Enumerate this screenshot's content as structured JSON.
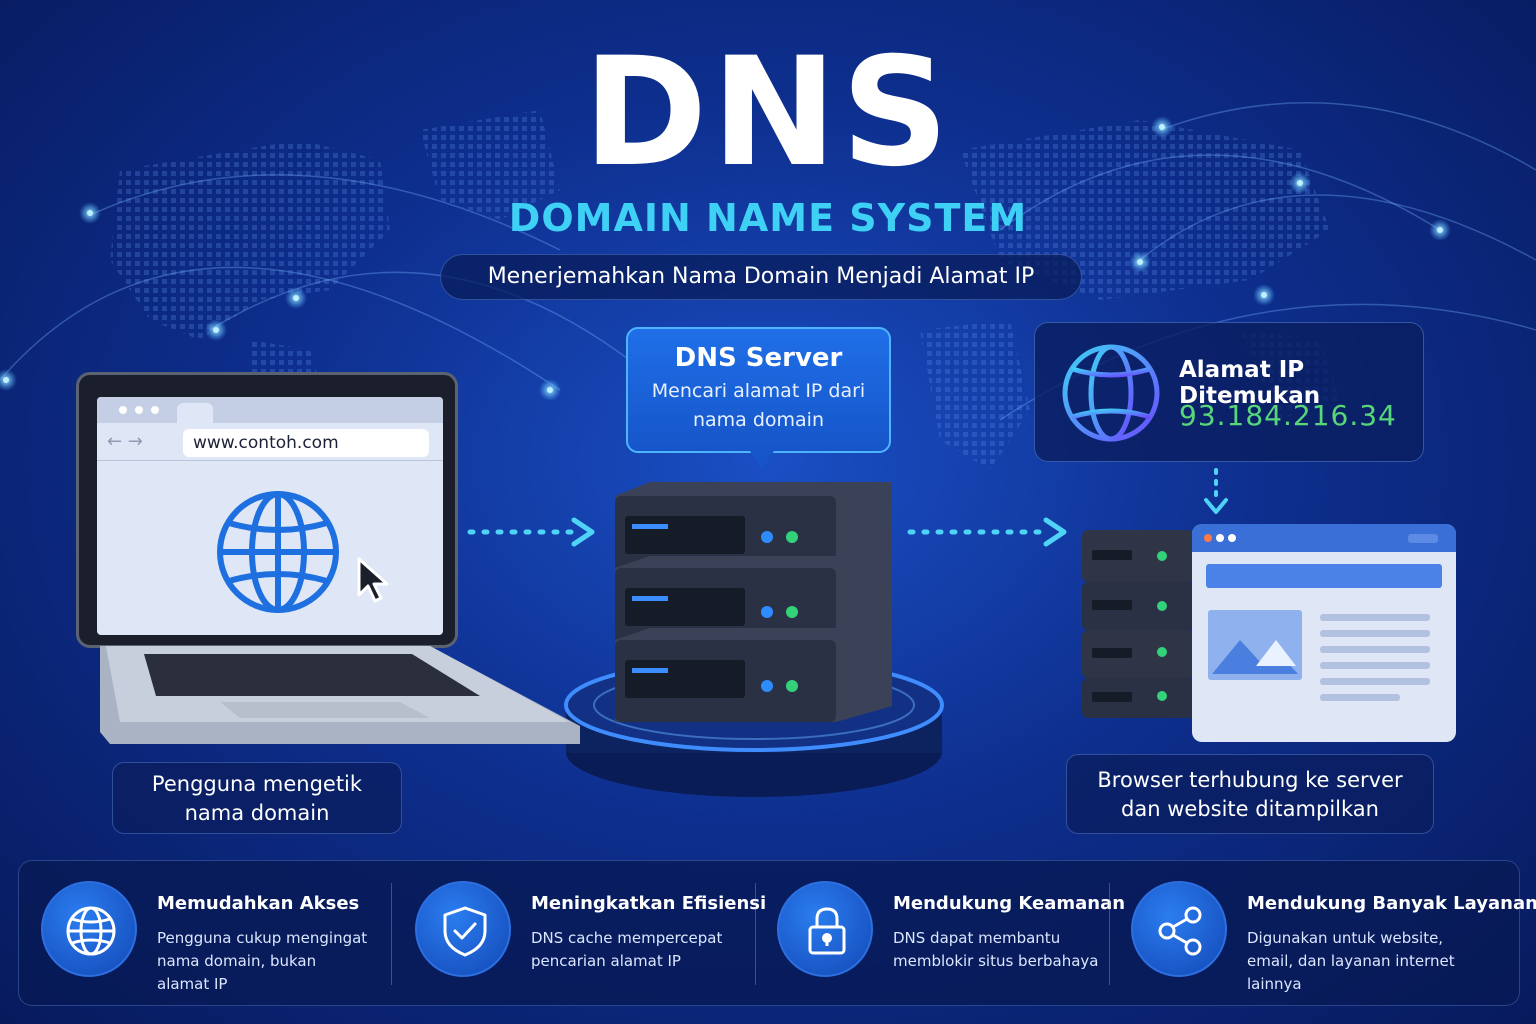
{
  "header": {
    "title": "DNS",
    "subtitle": "DOMAIN NAME SYSTEM",
    "tagline": "Menerjemahkan Nama Domain Menjadi Alamat IP"
  },
  "laptop": {
    "url": "www.contoh.com",
    "caption_line1": "Pengguna mengetik",
    "caption_line2": "nama domain"
  },
  "dns_server": {
    "title": "DNS Server",
    "text_line1": "Mencari alamat IP dari",
    "text_line2": "nama domain"
  },
  "ip_result": {
    "title": "Alamat IP Ditemukan",
    "ip": "93.184.216.34"
  },
  "destination": {
    "caption_line1": "Browser terhubung ke server",
    "caption_line2": "dan website ditampilkan"
  },
  "features": [
    {
      "icon": "globe-icon",
      "title": "Memudahkan Akses",
      "line1": "Pengguna cukup mengingat",
      "line2": "nama domain, bukan",
      "line3": "alamat IP"
    },
    {
      "icon": "shield-check-icon",
      "title": "Meningkatkan Efisiensi",
      "line1": "DNS cache mempercepat",
      "line2": "pencarian alamat IP",
      "line3": ""
    },
    {
      "icon": "lock-icon",
      "title": "Mendukung Keamanan",
      "line1": "DNS dapat membantu",
      "line2": "memblokir situs berbahaya",
      "line3": ""
    },
    {
      "icon": "share-icon",
      "title": "Mendukung Banyak Layanan",
      "line1": "Digunakan untuk website,",
      "line2": "email, dan layanan internet",
      "line3": "lainnya"
    }
  ],
  "colors": {
    "accent_cyan": "#3fd0f5",
    "ip_green": "#57d67a",
    "background": "#0e2f8f"
  }
}
